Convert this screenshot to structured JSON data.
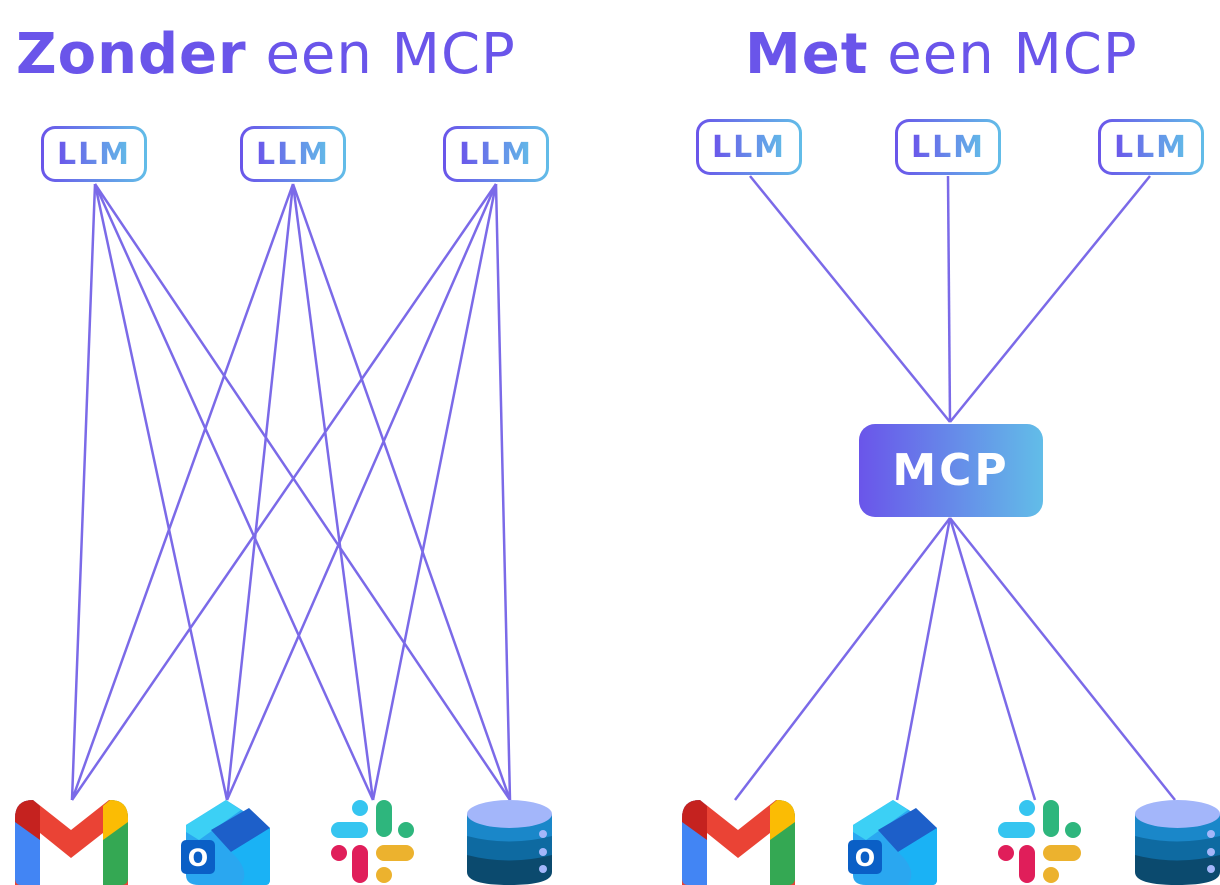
{
  "left": {
    "title_bold": "Zonder",
    "title_rest": " een MCP",
    "llms": [
      "LLM",
      "LLM",
      "LLM"
    ]
  },
  "right": {
    "title_bold": "Met",
    "title_rest": " een MCP",
    "llms": [
      "LLM",
      "LLM",
      "LLM"
    ],
    "hub": "MCP"
  },
  "services": [
    "gmail-icon",
    "outlook-icon",
    "slack-icon",
    "database-icon"
  ],
  "colors": {
    "accent": "#6a55ea",
    "accent_end": "#62bde8",
    "line": "#7b6ae8"
  }
}
